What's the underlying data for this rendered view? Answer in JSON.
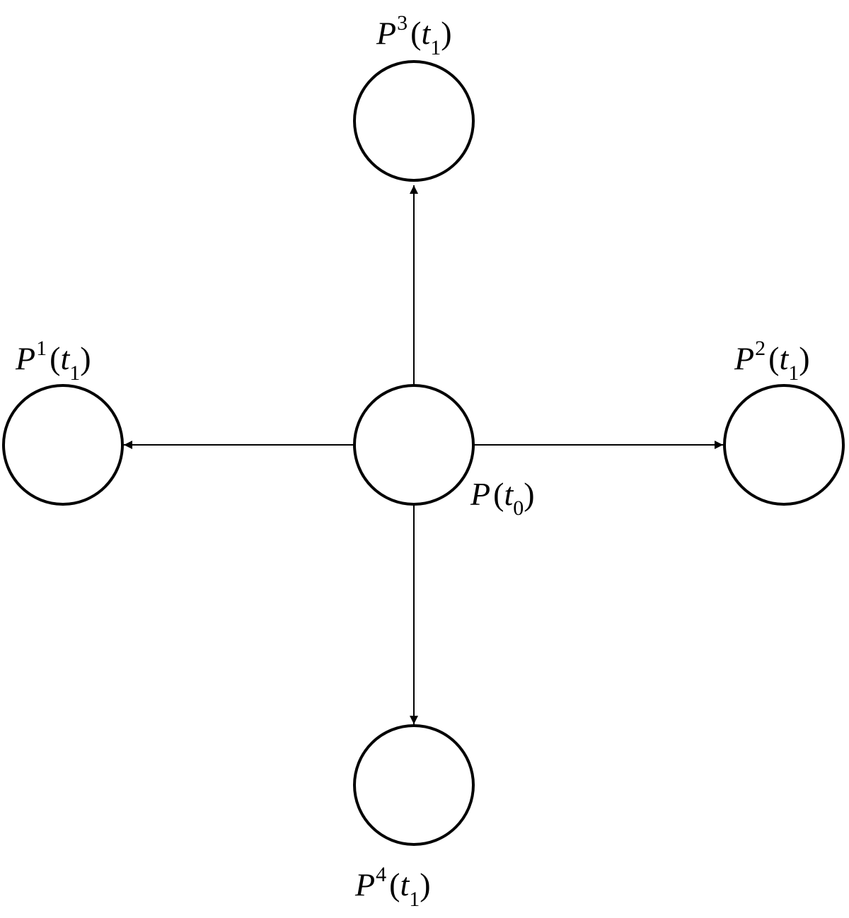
{
  "diagram": {
    "colors": {
      "stroke": "#000000",
      "background": "#ffffff"
    },
    "nodes": [
      {
        "id": "center",
        "label": {
          "symbol": "P",
          "superscript": "",
          "variable": "t",
          "subscript": "0"
        }
      },
      {
        "id": "p1",
        "label": {
          "symbol": "P",
          "superscript": "1",
          "variable": "t",
          "subscript": "1"
        }
      },
      {
        "id": "p2",
        "label": {
          "symbol": "P",
          "superscript": "2",
          "variable": "t",
          "subscript": "1"
        }
      },
      {
        "id": "p3",
        "label": {
          "symbol": "P",
          "superscript": "3",
          "variable": "t",
          "subscript": "1"
        }
      },
      {
        "id": "p4",
        "label": {
          "symbol": "P",
          "superscript": "4",
          "variable": "t",
          "subscript": "1"
        }
      }
    ],
    "edges": [
      {
        "from": "center",
        "to": "p1"
      },
      {
        "from": "center",
        "to": "p2"
      },
      {
        "from": "center",
        "to": "p3"
      },
      {
        "from": "center",
        "to": "p4"
      }
    ]
  }
}
